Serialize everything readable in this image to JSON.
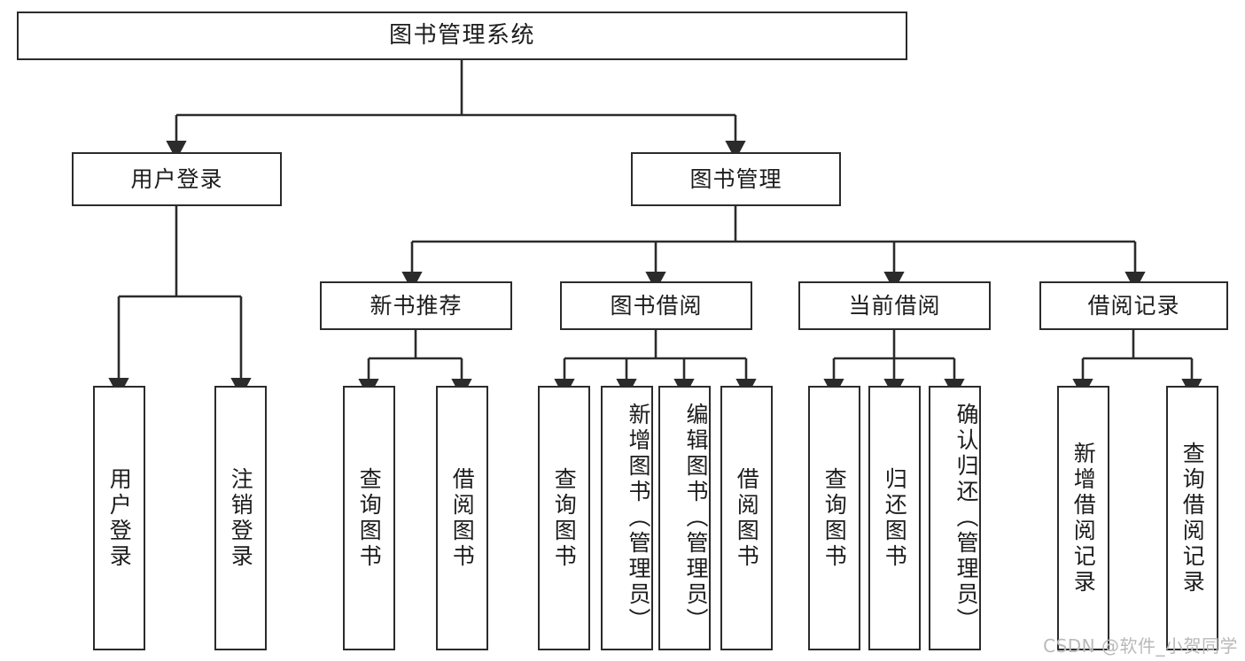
{
  "diagram": {
    "type": "tree",
    "title": "图书管理系统",
    "root": {
      "label": "图书管理系统"
    },
    "level1": [
      {
        "label": "用户登录"
      },
      {
        "label": "图书管理"
      }
    ],
    "level2": [
      {
        "label": "新书推荐",
        "parent": "图书管理"
      },
      {
        "label": "图书借阅",
        "parent": "图书管理"
      },
      {
        "label": "当前借阅",
        "parent": "图书管理"
      },
      {
        "label": "借阅记录",
        "parent": "图书管理"
      }
    ],
    "leaves": {
      "user_login": [
        {
          "label": "用户登录"
        },
        {
          "label": "注销登录"
        }
      ],
      "new_book": [
        {
          "label": "查询图书"
        },
        {
          "label": "借阅图书"
        }
      ],
      "borrow": [
        {
          "label": "查询图书"
        },
        {
          "label": "新增图书（管理员）"
        },
        {
          "label": "编辑图书（管理员）"
        },
        {
          "label": "借阅图书"
        }
      ],
      "current": [
        {
          "label": "查询图书"
        },
        {
          "label": "归还图书"
        },
        {
          "label": "确认归还（管理员）"
        }
      ],
      "records": [
        {
          "label": "新增借阅记录"
        },
        {
          "label": "查询借阅记录"
        }
      ]
    }
  },
  "watermark": {
    "text": "CSDN @软件_小贺同学"
  },
  "colors": {
    "stroke": "#2b2b2b",
    "box_fill": "#ffffff",
    "text": "#1c1c1c",
    "watermark": "#b9b9b9",
    "background": "#ffffff"
  }
}
